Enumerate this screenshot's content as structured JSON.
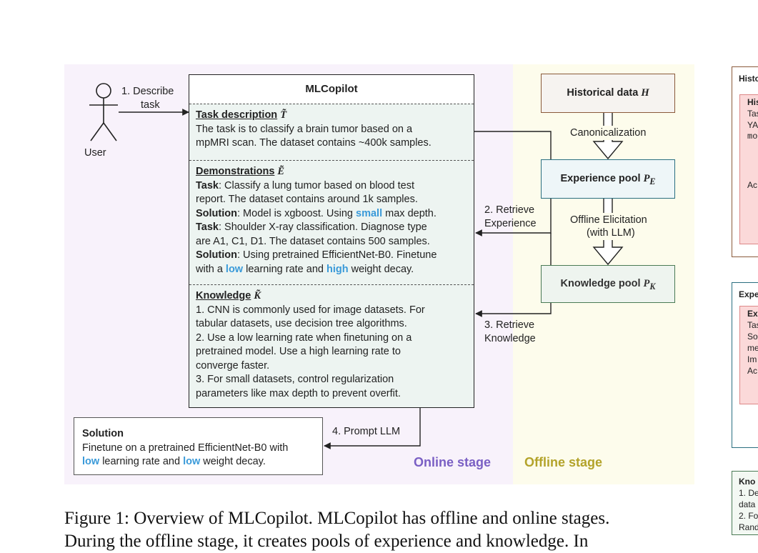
{
  "user": {
    "label": "User"
  },
  "mlcopilot": {
    "title": "MLCopilot",
    "task_section": {
      "title": "Task description",
      "symbol": "T̃",
      "text_1": "The task is to classify a brain tumor based on a",
      "text_2": "mpMRI scan. The dataset contains ~400k samples."
    },
    "demo_section": {
      "title": "Demonstrations",
      "symbol": "Ẽ",
      "task_label": "Task",
      "solution_label": "Solution",
      "d1_task_1": ": Classify a lung tumor based on blood test",
      "d1_task_2": "report. The dataset contains around 1k samples.",
      "d1_sol_a": ": Model is xgboost. Using ",
      "d1_sol_hl": "small",
      "d1_sol_b": " max depth.",
      "d2_task_1": ": Shoulder X-ray classification. Diagnose type",
      "d2_task_2": "are A1, C1, D1. The dataset contains 500 samples.",
      "d2_sol_1": ": Using pretrained EfficientNet-B0. Finetune",
      "d2_sol_2a": "with a ",
      "d2_sol_hl1": "low",
      "d2_sol_2b": " learning rate and ",
      "d2_sol_hl2": "high",
      "d2_sol_2c": " weight decay."
    },
    "knowledge_section": {
      "title": "Knowledge",
      "symbol": "K̃",
      "lines": [
        "1. CNN is commonly used for image datasets. For",
        "tabular datasets, use decision tree algorithms.",
        "2. Use a low learning rate when finetuning on a",
        "pretrained model. Use a high learning rate to",
        "converge faster.",
        "3. For small datasets, control regularization",
        "parameters like max depth to prevent overfit."
      ]
    }
  },
  "solution": {
    "title": "Solution",
    "line_1": "Finetune on a pretrained EfficientNet-B0 with",
    "hl_1": "low",
    "mid": " learning rate and ",
    "hl_2": "low",
    "end": " weight decay."
  },
  "pools": {
    "historical": {
      "label": "Historical data",
      "symbol": "H"
    },
    "experience": {
      "label": "Experience pool",
      "symbol": "P",
      "sub": "E"
    },
    "knowledge": {
      "label": "Knowledge pool",
      "symbol": "P",
      "sub": "K"
    }
  },
  "edges": {
    "describe_1": "1. Describe",
    "describe_2": "task",
    "retrieve_exp_1": "2. Retrieve",
    "retrieve_exp_2": "Experience",
    "retrieve_know_1": "3. Retrieve",
    "retrieve_know_2": "Knowledge",
    "prompt": "4. Prompt LLM",
    "canonicalization": "Canonicalization",
    "elicitation_1": "Offline Elicitation",
    "elicitation_2": "(with LLM)"
  },
  "stages": {
    "online": "Online stage",
    "offline": "Offline stage"
  },
  "right_panels": {
    "p1_title": "Histo",
    "p1_inner_title": "His",
    "p1_lines": [
      "Tas",
      "YA",
      "mo"
    ],
    "p1_extra": "Ac",
    "p2_title": "Expe",
    "p2_inner_title": "Ex",
    "p2_lines": [
      "Tas",
      "So",
      "me",
      "Im",
      "Ac"
    ],
    "p3_title": "Kno",
    "p3_lines": [
      "1. De",
      "data",
      "2. Fo",
      "Rand"
    ]
  },
  "caption": {
    "line_1": "Figure 1: Overview of MLCopilot. MLCopilot has offline and online stages.",
    "line_2": "During the offline stage, it creates pools of experience and knowledge. In"
  },
  "colors": {
    "online_bg": "#f8f2fb",
    "offline_bg": "#fdfcec",
    "highlight": "#3a9ad9",
    "online_label": "#7a5fc4",
    "offline_label": "#b3a32a"
  }
}
